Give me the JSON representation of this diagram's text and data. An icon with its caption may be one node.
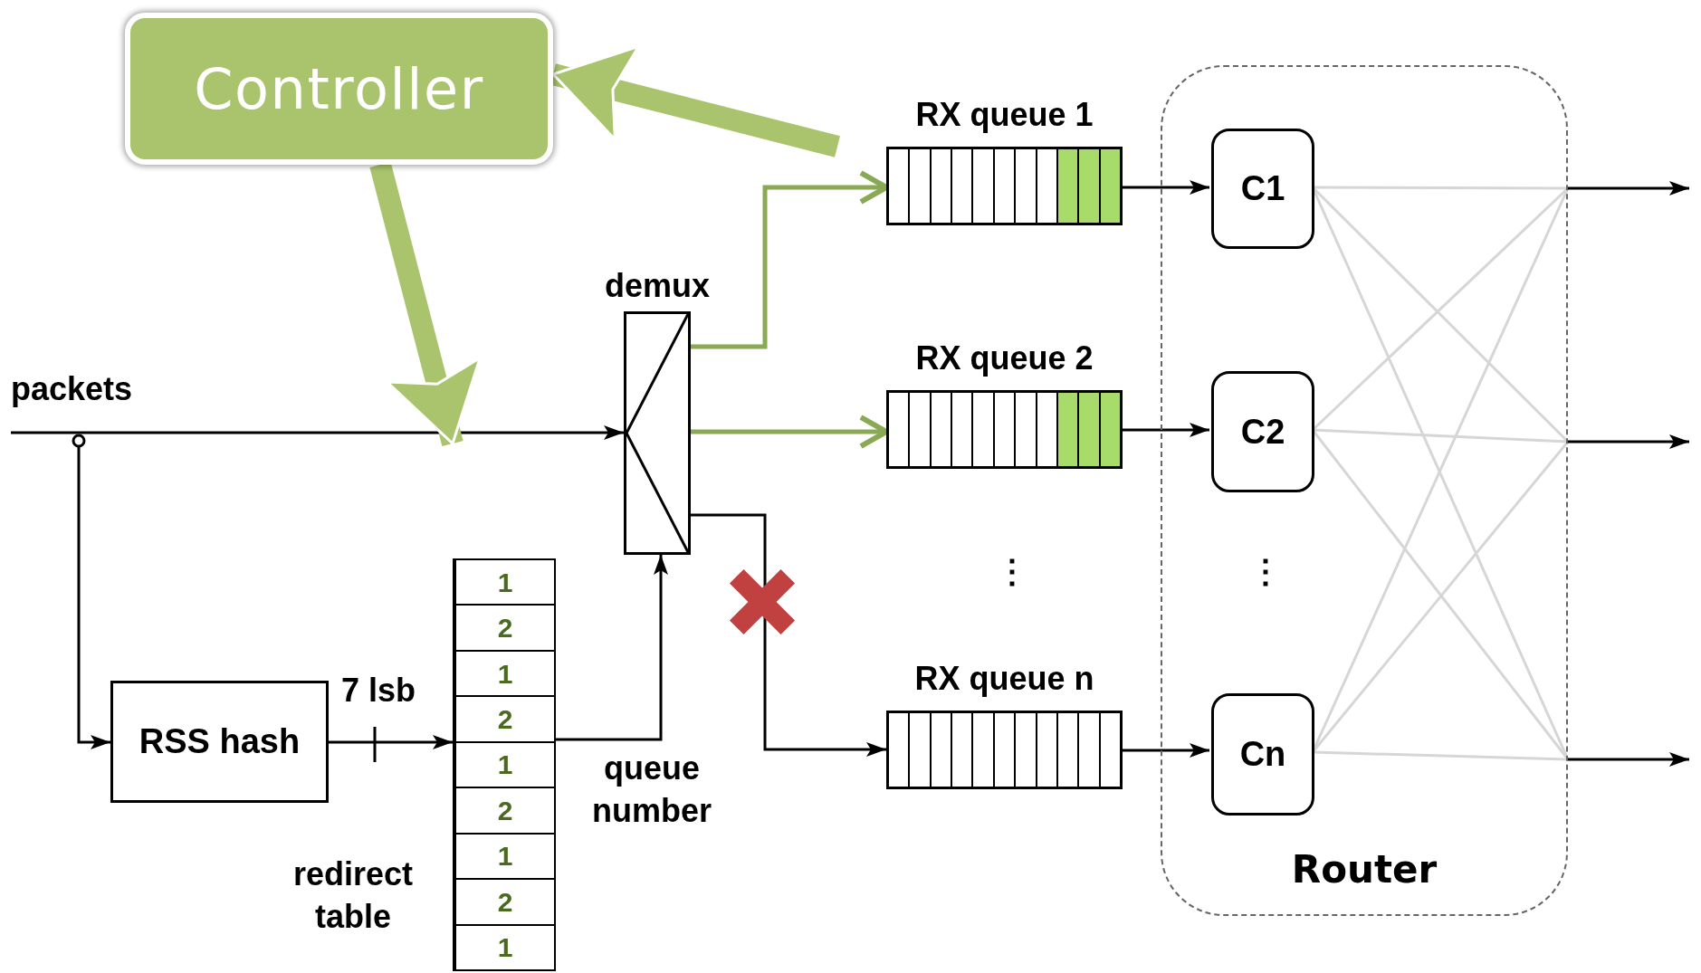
{
  "diagram": {
    "nodes": [
      {
        "text": [
          "Controller"
        ]
      },
      {
        "text": [
          "demux"
        ]
      },
      {
        "text": [
          "RX queue 1"
        ]
      },
      {
        "text": [
          "RX queue 2"
        ]
      },
      {
        "text": [
          "RX queue n"
        ]
      },
      {
        "text": [
          "Router"
        ]
      },
      {
        "text": [
          "C1"
        ],
        "in": 5
      },
      {
        "text": [
          "C2"
        ],
        "in": 5
      },
      {
        "text": [
          "Cn"
        ],
        "in": 5
      },
      {
        "text": [
          "RSS hash"
        ]
      },
      {
        "text": [
          "1",
          "2",
          "1",
          "2",
          "1",
          "2",
          "1",
          "2",
          "1"
        ],
        "beside": [
          "redirect table"
        ]
      }
    ],
    "edges": [
      {
        "from": null,
        "to": 1,
        "arrow": "to"
      },
      {
        "from": null,
        "to": 9,
        "arrow": "to"
      },
      {
        "from": 9,
        "to": 10,
        "arrow": "to",
        "label": "7 lsb"
      },
      {
        "from": 10,
        "to": 1,
        "arrow": "to",
        "label": "queue number"
      },
      {
        "from": 1,
        "to": 2,
        "arrow": "to",
        "color": "#8aa955"
      },
      {
        "from": 1,
        "to": 3,
        "arrow": "to",
        "color": "#8aa955"
      },
      {
        "from": 1,
        "to": 4,
        "arrow": "to"
      },
      {
        "from": 2,
        "to": 6,
        "arrow": "to"
      },
      {
        "from": 3,
        "to": 7,
        "arrow": "to"
      },
      {
        "from": 4,
        "to": 8,
        "arrow": "to"
      },
      {
        "from": 5,
        "to": null,
        "arrow": "to"
      },
      {
        "from": 5,
        "to": null,
        "arrow": "to"
      },
      {
        "from": 5,
        "to": null,
        "arrow": "to"
      },
      {
        "from": 2,
        "to": 0,
        "arrow": "to",
        "style": "thick",
        "color": "#a9c46c"
      },
      {
        "from": 0,
        "to": null,
        "arrow": "to",
        "style": "thick",
        "color": "#a9c46c"
      }
    ],
    "labels": [
      "packets",
      "⋮",
      "⋮"
    ]
  }
}
